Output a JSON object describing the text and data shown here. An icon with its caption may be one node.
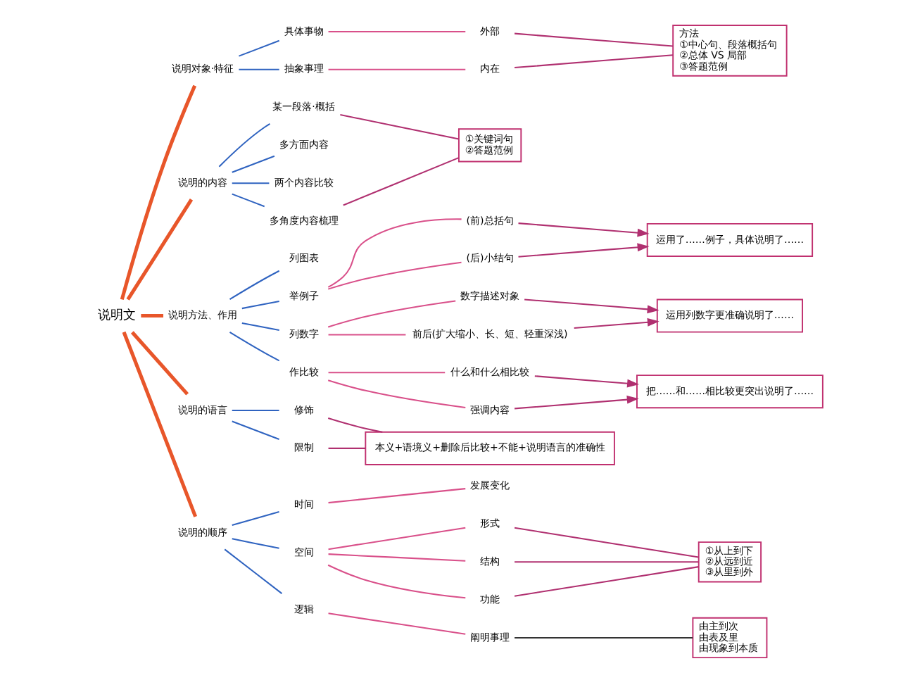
{
  "diagram": {
    "nodes": [
      {
        "text": [
          "说明文"
        ]
      },
      {
        "text": [
          "说明对象·特征"
        ]
      },
      {
        "text": [
          "具体事物"
        ]
      },
      {
        "text": [
          "外部"
        ]
      },
      {
        "text": [
          "抽象事理"
        ]
      },
      {
        "text": [
          "内在"
        ]
      },
      {
        "text": [
          "方法",
          "①中心句、段落概括句",
          "②总体 VS 局部",
          "③答题范例"
        ]
      },
      {
        "text": [
          "说明的内容"
        ]
      },
      {
        "text": [
          "某一段落·概括"
        ]
      },
      {
        "text": [
          "多方面内容"
        ]
      },
      {
        "text": [
          "两个内容比较"
        ]
      },
      {
        "text": [
          "多角度内容梳理"
        ]
      },
      {
        "text": [
          "①关键词句",
          "②答题范例"
        ]
      },
      {
        "text": [
          "说明方法、作用"
        ]
      },
      {
        "text": [
          "列图表"
        ]
      },
      {
        "text": [
          "举例子"
        ]
      },
      {
        "text": [
          "(前)总括句"
        ]
      },
      {
        "text": [
          "(后)小结句"
        ]
      },
      {
        "text": [
          "运用了……例子，具体说明了……"
        ]
      },
      {
        "text": [
          "列数字"
        ]
      },
      {
        "text": [
          "数字描述对象"
        ]
      },
      {
        "text": [
          "前后(扩大缩小、长、短、轻重深浅)"
        ]
      },
      {
        "text": [
          "运用列数字更准确说明了……"
        ]
      },
      {
        "text": [
          "作比较"
        ]
      },
      {
        "text": [
          "什么和什么相比较"
        ]
      },
      {
        "text": [
          "强调内容"
        ]
      },
      {
        "text": [
          "把……和……相比较更突出说明了……"
        ]
      },
      {
        "text": [
          "说明的语言"
        ]
      },
      {
        "text": [
          "修饰"
        ]
      },
      {
        "text": [
          "限制"
        ]
      },
      {
        "text": [
          "本义+语境义+删除后比较+不能+说明语言的准确性"
        ]
      },
      {
        "text": [
          "说明的顺序"
        ]
      },
      {
        "text": [
          "时间"
        ]
      },
      {
        "text": [
          "发展变化"
        ]
      },
      {
        "text": [
          "空间"
        ]
      },
      {
        "text": [
          "形式"
        ]
      },
      {
        "text": [
          "结构"
        ]
      },
      {
        "text": [
          "功能"
        ]
      },
      {
        "text": [
          "①从上到下",
          "②从远到近",
          "③从里到外"
        ]
      },
      {
        "text": [
          "逻辑"
        ]
      },
      {
        "text": [
          "阐明事理"
        ]
      },
      {
        "text": [
          "由主到次",
          "由表及里",
          "由现象到本质"
        ]
      }
    ],
    "edges": [
      {
        "from": 0,
        "to": 1,
        "arrow": "none",
        "style": "thick",
        "color": "#e8562a"
      },
      {
        "from": 1,
        "to": 2,
        "arrow": "none",
        "color": "#2f63c0"
      },
      {
        "from": 2,
        "to": 3,
        "arrow": "none",
        "color": "#d9508a"
      },
      {
        "from": 1,
        "to": 4,
        "arrow": "none",
        "color": "#2f63c0"
      },
      {
        "from": 4,
        "to": 5,
        "arrow": "none",
        "color": "#d9508a"
      },
      {
        "from": 3,
        "to": 6,
        "arrow": "none",
        "color": "#b03070"
      },
      {
        "from": 5,
        "to": 6,
        "arrow": "none",
        "color": "#b03070"
      },
      {
        "from": 0,
        "to": 7,
        "arrow": "none",
        "style": "thick",
        "color": "#e8562a"
      },
      {
        "from": 7,
        "to": 8,
        "arrow": "none",
        "color": "#2f63c0"
      },
      {
        "from": 7,
        "to": 9,
        "arrow": "none",
        "color": "#2f63c0"
      },
      {
        "from": 7,
        "to": 10,
        "arrow": "none",
        "color": "#2f63c0"
      },
      {
        "from": 7,
        "to": 11,
        "arrow": "none",
        "color": "#2f63c0"
      },
      {
        "from": 8,
        "to": 12,
        "arrow": "none",
        "color": "#b03070"
      },
      {
        "from": 11,
        "to": 12,
        "arrow": "none",
        "color": "#b03070"
      },
      {
        "from": 0,
        "to": 13,
        "arrow": "none",
        "style": "thick",
        "color": "#e8562a"
      },
      {
        "from": 13,
        "to": 14,
        "arrow": "none",
        "color": "#2f63c0"
      },
      {
        "from": 13,
        "to": 15,
        "arrow": "none",
        "color": "#2f63c0"
      },
      {
        "from": 15,
        "to": 16,
        "arrow": "none",
        "color": "#d9508a"
      },
      {
        "from": 15,
        "to": 17,
        "arrow": "none",
        "color": "#d9508a"
      },
      {
        "from": 16,
        "to": 18,
        "arrow": "to",
        "color": "#b03070"
      },
      {
        "from": 17,
        "to": 18,
        "arrow": "to",
        "color": "#b03070"
      },
      {
        "from": 13,
        "to": 19,
        "arrow": "none",
        "color": "#2f63c0"
      },
      {
        "from": 19,
        "to": 20,
        "arrow": "none",
        "color": "#d9508a"
      },
      {
        "from": 19,
        "to": 21,
        "arrow": "none",
        "color": "#d9508a"
      },
      {
        "from": 20,
        "to": 22,
        "arrow": "to",
        "color": "#b03070"
      },
      {
        "from": 21,
        "to": 22,
        "arrow": "to",
        "color": "#b03070"
      },
      {
        "from": 13,
        "to": 23,
        "arrow": "none",
        "color": "#2f63c0"
      },
      {
        "from": 23,
        "to": 24,
        "arrow": "none",
        "color": "#d9508a"
      },
      {
        "from": 23,
        "to": 25,
        "arrow": "none",
        "color": "#d9508a"
      },
      {
        "from": 24,
        "to": 26,
        "arrow": "to",
        "color": "#b03070"
      },
      {
        "from": 25,
        "to": 26,
        "arrow": "to",
        "color": "#b03070"
      },
      {
        "from": 0,
        "to": 27,
        "arrow": "none",
        "style": "thick",
        "color": "#e8562a"
      },
      {
        "from": 27,
        "to": 28,
        "arrow": "none",
        "color": "#2f63c0"
      },
      {
        "from": 27,
        "to": 29,
        "arrow": "none",
        "color": "#2f63c0"
      },
      {
        "from": 28,
        "to": 30,
        "arrow": "none",
        "color": "#b03070"
      },
      {
        "from": 29,
        "to": 30,
        "arrow": "none",
        "color": "#b03070"
      },
      {
        "from": 0,
        "to": 31,
        "arrow": "none",
        "style": "thick",
        "color": "#e8562a"
      },
      {
        "from": 31,
        "to": 32,
        "arrow": "none",
        "color": "#2f63c0"
      },
      {
        "from": 32,
        "to": 33,
        "arrow": "none",
        "color": "#d9508a"
      },
      {
        "from": 31,
        "to": 34,
        "arrow": "none",
        "color": "#2f63c0"
      },
      {
        "from": 34,
        "to": 35,
        "arrow": "none",
        "color": "#d9508a"
      },
      {
        "from": 34,
        "to": 36,
        "arrow": "none",
        "color": "#d9508a"
      },
      {
        "from": 34,
        "to": 37,
        "arrow": "none",
        "color": "#d9508a"
      },
      {
        "from": 35,
        "to": 38,
        "arrow": "none",
        "color": "#b03070"
      },
      {
        "from": 36,
        "to": 38,
        "arrow": "none",
        "color": "#b03070"
      },
      {
        "from": 37,
        "to": 38,
        "arrow": "none",
        "color": "#b03070"
      },
      {
        "from": 31,
        "to": 39,
        "arrow": "none",
        "color": "#2f63c0"
      },
      {
        "from": 39,
        "to": 40,
        "arrow": "none",
        "color": "#d9508a"
      },
      {
        "from": 40,
        "to": 41,
        "arrow": "none",
        "color": "#333333"
      }
    ]
  }
}
